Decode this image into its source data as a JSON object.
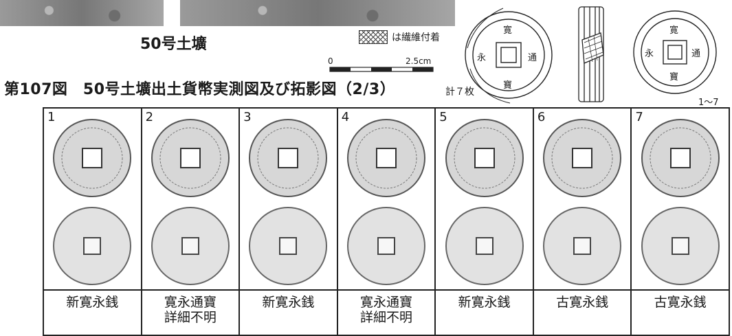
{
  "pit_caption": "50号土壙",
  "legend": {
    "text": "は繊維付着"
  },
  "scale": {
    "start": "0",
    "end": "2.5cm"
  },
  "figure": {
    "title": "第107図　50号土壙出土貨幣実測図及び拓影図（2/3）",
    "count": "計７枚"
  },
  "drawing_range": "1〜7",
  "coins": [
    {
      "number": "1",
      "label_lines": [
        "新寛永銭"
      ]
    },
    {
      "number": "2",
      "label_lines": [
        "寛永通寶",
        "詳細不明"
      ]
    },
    {
      "number": "3",
      "label_lines": [
        "新寛永銭"
      ]
    },
    {
      "number": "4",
      "label_lines": [
        "寛永通寶",
        "詳細不明"
      ]
    },
    {
      "number": "5",
      "label_lines": [
        "新寛永銭"
      ]
    },
    {
      "number": "6",
      "label_lines": [
        "古寛永銭"
      ]
    },
    {
      "number": "7",
      "label_lines": [
        "古寛永銭"
      ]
    }
  ]
}
